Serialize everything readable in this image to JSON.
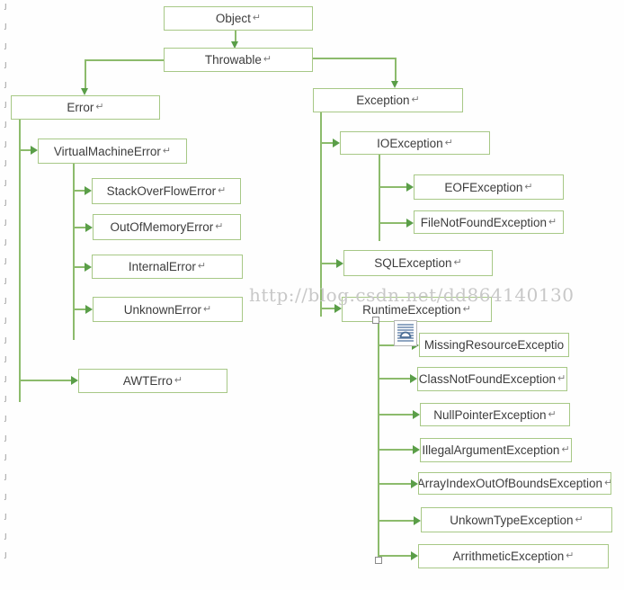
{
  "nodes": [
    {
      "id": "object",
      "label": "Object"
    },
    {
      "id": "throwable",
      "label": "Throwable"
    },
    {
      "id": "error",
      "label": "Error"
    },
    {
      "id": "virtual-machine-error",
      "label": "VirtualMachineError"
    },
    {
      "id": "stack-overflow-error",
      "label": "StackOverFlowError"
    },
    {
      "id": "out-of-memory-error",
      "label": "OutOfMemoryError"
    },
    {
      "id": "internal-error",
      "label": "InternalError"
    },
    {
      "id": "unknown-error",
      "label": "UnknownError"
    },
    {
      "id": "awt-erro",
      "label": "AWTErro"
    },
    {
      "id": "exception",
      "label": "Exception"
    },
    {
      "id": "io-exception",
      "label": "IOException"
    },
    {
      "id": "eof-exception",
      "label": "EOFException"
    },
    {
      "id": "file-not-found-exception",
      "label": "FileNotFoundException"
    },
    {
      "id": "sql-exception",
      "label": "SQLException"
    },
    {
      "id": "runtime-exception",
      "label": "RuntimeException"
    },
    {
      "id": "missing-resource-exceptio",
      "label": "MissingResourceExceptio"
    },
    {
      "id": "class-not-found-exception",
      "label": "ClassNotFoundException"
    },
    {
      "id": "null-pointer-exception",
      "label": "NullPointerException"
    },
    {
      "id": "illegal-argument-exception",
      "label": "IllegalArgumentException"
    },
    {
      "id": "array-index-out-of-bounds-exception",
      "label": "ArrayIndexOutOfBoundsException"
    },
    {
      "id": "unkown-type-exception",
      "label": "UnkownTypeException"
    },
    {
      "id": "arrithmetic-exception",
      "label": "ArrithmeticException"
    }
  ],
  "edges": [
    {
      "from": "Object",
      "to": "Throwable"
    },
    {
      "from": "Throwable",
      "to": "Error"
    },
    {
      "from": "Throwable",
      "to": "Exception"
    },
    {
      "from": "Error",
      "to": "VirtualMachineError"
    },
    {
      "from": "Error",
      "to": "AWTErro"
    },
    {
      "from": "VirtualMachineError",
      "to": "StackOverFlowError"
    },
    {
      "from": "VirtualMachineError",
      "to": "OutOfMemoryError"
    },
    {
      "from": "VirtualMachineError",
      "to": "InternalError"
    },
    {
      "from": "VirtualMachineError",
      "to": "UnknownError"
    },
    {
      "from": "Exception",
      "to": "IOException"
    },
    {
      "from": "Exception",
      "to": "SQLException"
    },
    {
      "from": "Exception",
      "to": "RuntimeException"
    },
    {
      "from": "IOException",
      "to": "EOFException"
    },
    {
      "from": "IOException",
      "to": "FileNotFoundException"
    },
    {
      "from": "RuntimeException",
      "to": "MissingResourceExceptio"
    },
    {
      "from": "RuntimeException",
      "to": "ClassNotFoundException"
    },
    {
      "from": "RuntimeException",
      "to": "NullPointerException"
    },
    {
      "from": "RuntimeException",
      "to": "IllegalArgumentException"
    },
    {
      "from": "RuntimeException",
      "to": "ArrayIndexOutOfBoundsException"
    },
    {
      "from": "RuntimeException",
      "to": "UnkownTypeException"
    },
    {
      "from": "RuntimeException",
      "to": "ArrithmeticException"
    }
  ],
  "watermark": {
    "text": "http://blog.csdn.net/dd864140130"
  },
  "marks": {
    "return_mark": "↵",
    "left_margin_mark": "ȷ",
    "left_margin_count": 29
  },
  "icons": {
    "inline_object_icon": "embedded-image-placeholder"
  },
  "colors": {
    "box_border": "#a7c886",
    "connector": "#8cbb6c",
    "arrowhead": "#5a9e48",
    "text": "#3d3d3d",
    "watermark": "#c8c8c8"
  }
}
